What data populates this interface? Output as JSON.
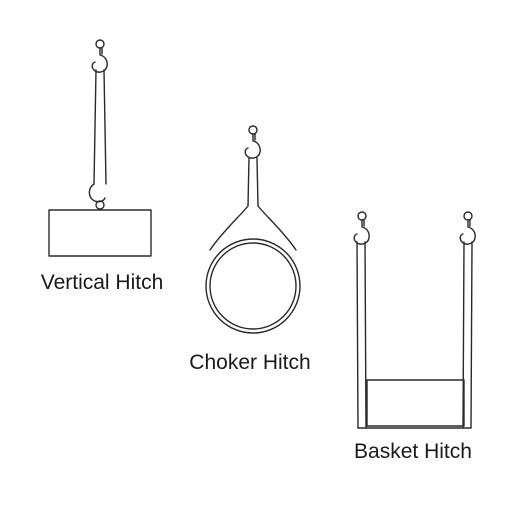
{
  "diagrams": [
    {
      "label": "Vertical Hitch",
      "hook_icon": "crane-hook-icon",
      "load_shape": "rectangle"
    },
    {
      "label": "Choker Hitch",
      "hook_icon": "crane-hook-icon",
      "load_shape": "circle"
    },
    {
      "label": "Basket Hitch",
      "hook_icon": "crane-hook-icon",
      "load_shape": "rectangle"
    }
  ],
  "colors": {
    "line": "#2a2a2a",
    "text": "#1a1a1a",
    "background": "#ffffff"
  }
}
